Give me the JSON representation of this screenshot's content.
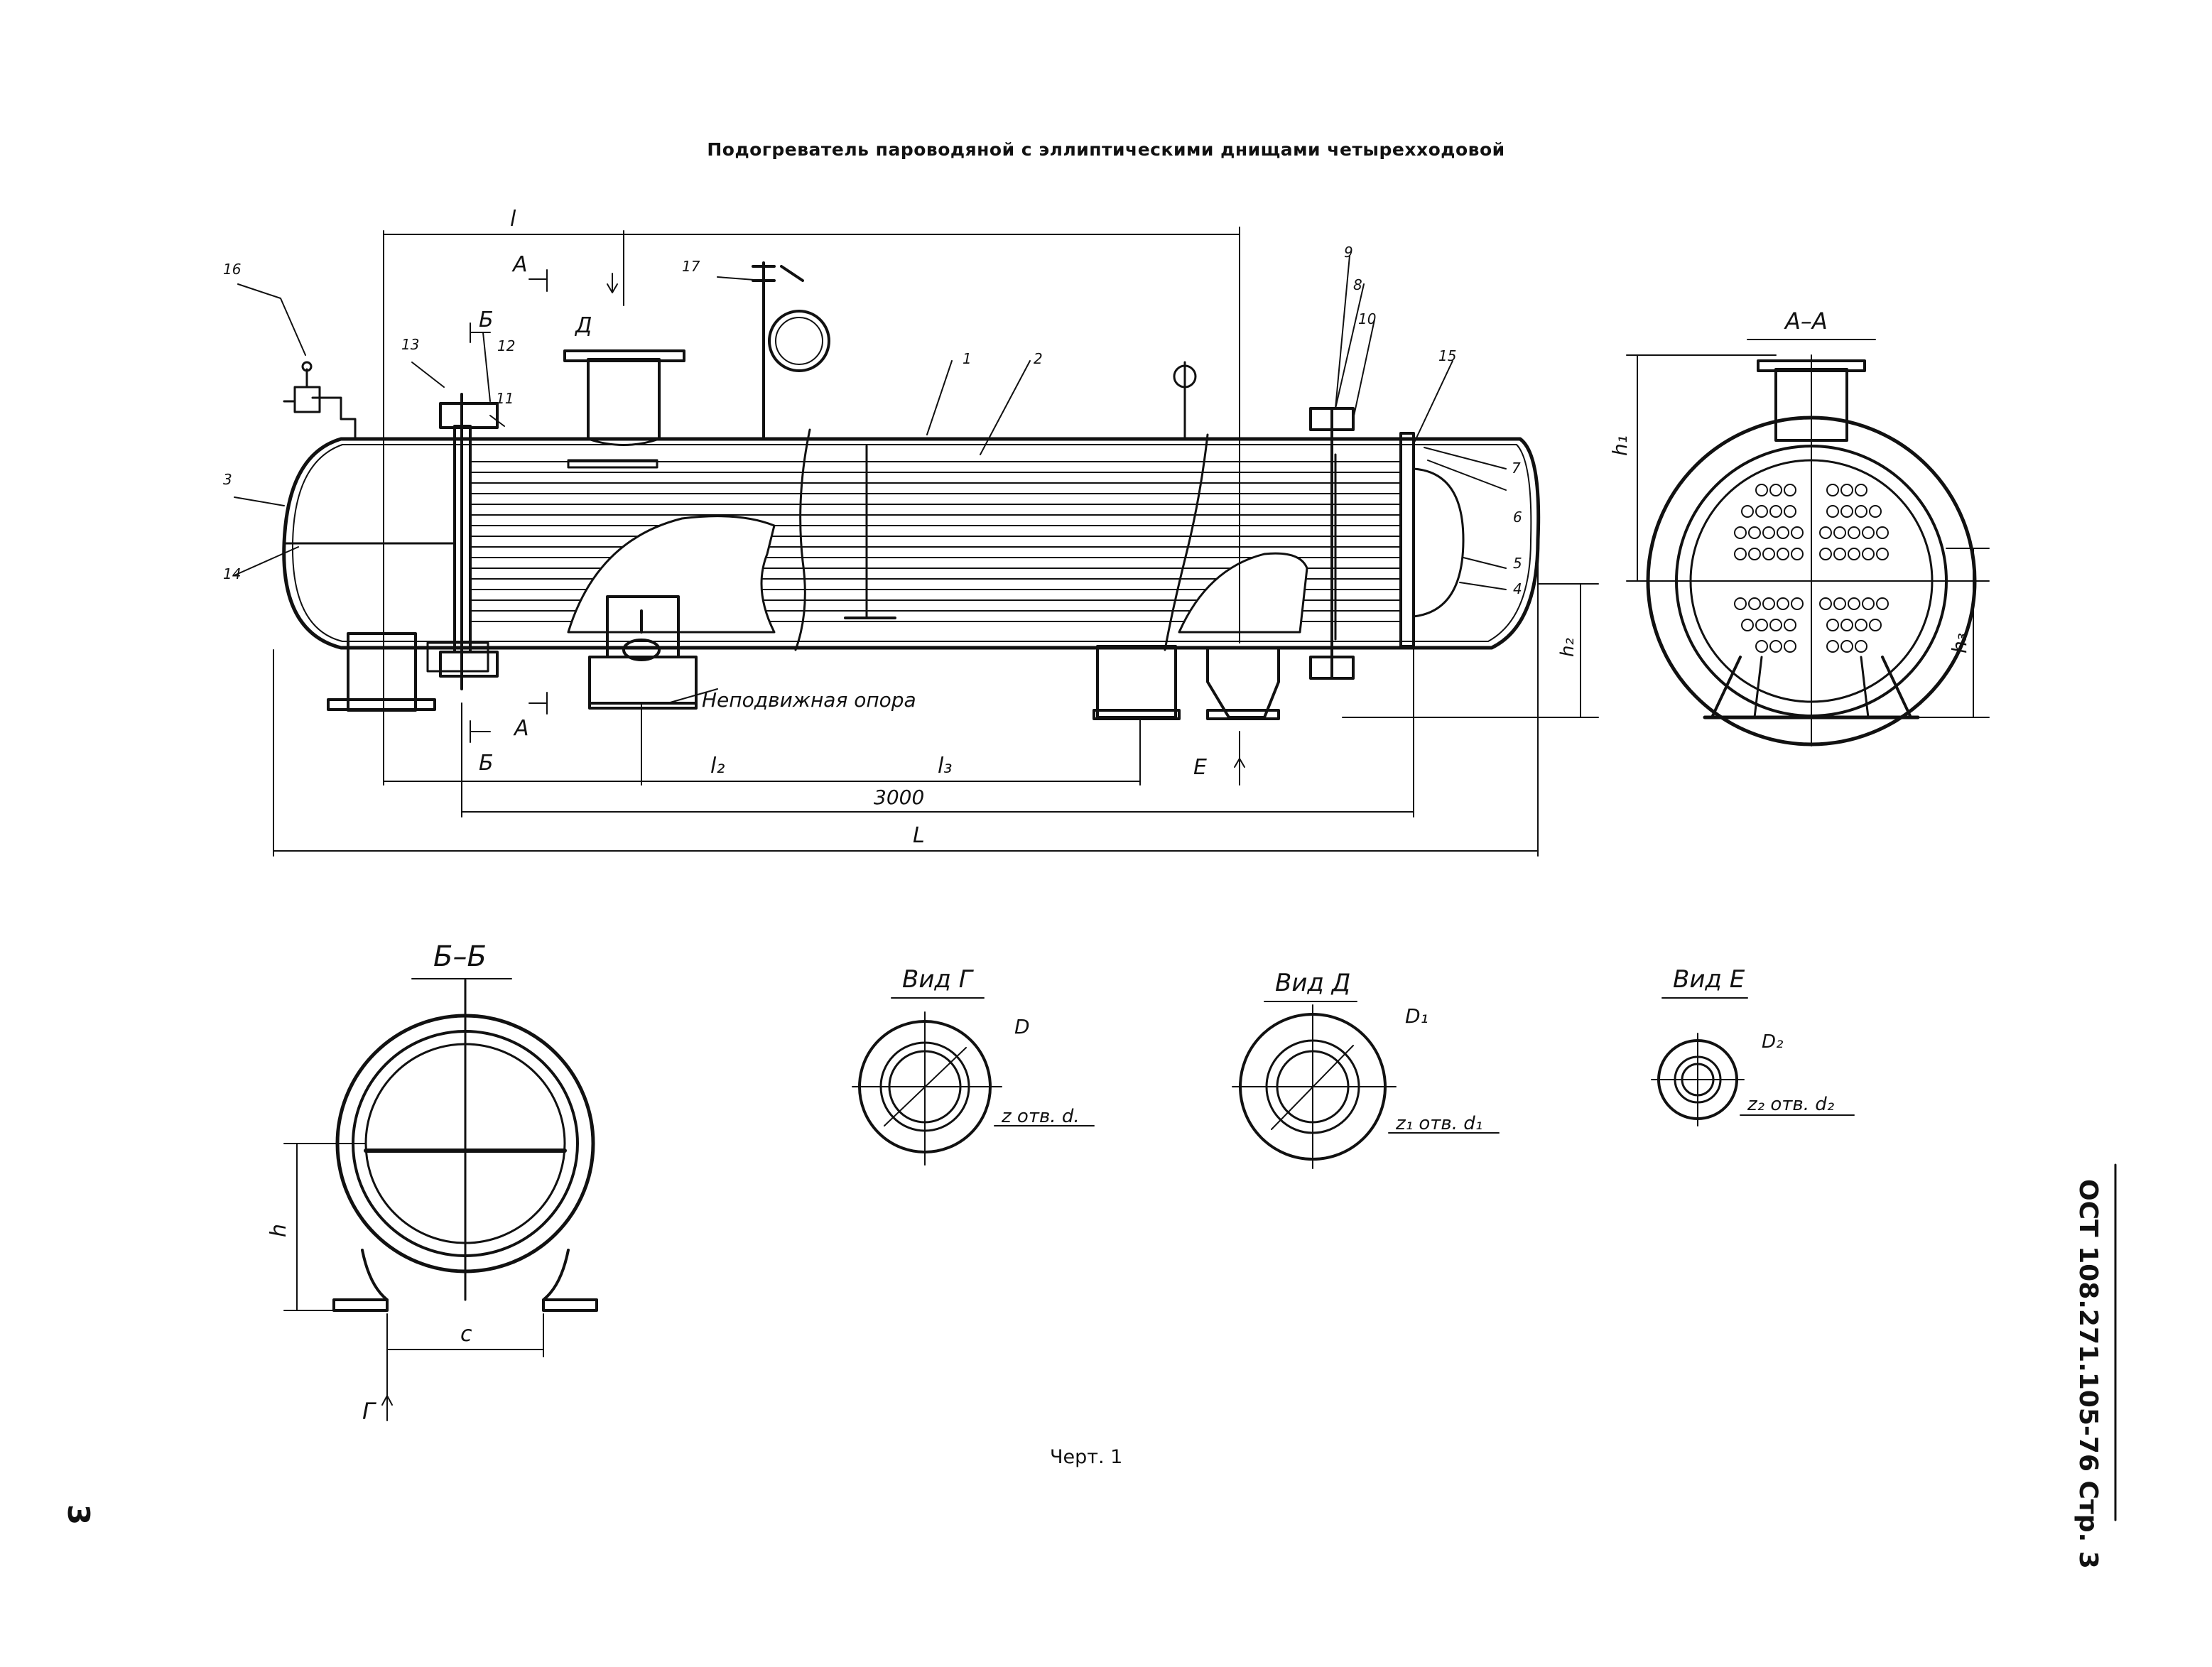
{
  "title": "Подогреватель пароводяной с эллиптическими днищами четырехходовой",
  "figure_caption": "Черт. 1",
  "document_id": "ОСТ 108.271.105-76  Стр. 3",
  "page_number": "3",
  "main_view": {
    "support_label": "Неподвижная опора",
    "dims": {
      "l": "l",
      "l2": "l₂",
      "l3": "l₃",
      "len3000": "3000",
      "L": "L",
      "h1": "h₁",
      "h2": "h₂",
      "h3": "h₃"
    },
    "section_marks": {
      "A": "А",
      "B": "Б",
      "D": "Д",
      "E": "Е"
    },
    "position_numbers": [
      "1",
      "2",
      "3",
      "4",
      "5",
      "6",
      "7",
      "8",
      "9",
      "10",
      "11",
      "12",
      "13",
      "14",
      "15",
      "16",
      "17"
    ]
  },
  "section_AA": {
    "label": "А–А"
  },
  "section_BB": {
    "label": "Б–Б",
    "dims": {
      "h": "h",
      "c": "c"
    },
    "view_mark": "Г"
  },
  "view_G": {
    "label": "Вид Г",
    "dia": "D",
    "holes": "z отв. d."
  },
  "view_D": {
    "label": "Вид Д",
    "dia": "D₁",
    "holes": "z₁ отв. d₁"
  },
  "view_E": {
    "label": "Вид Е",
    "dia": "D₂",
    "holes": "z₂ отв. d₂"
  }
}
